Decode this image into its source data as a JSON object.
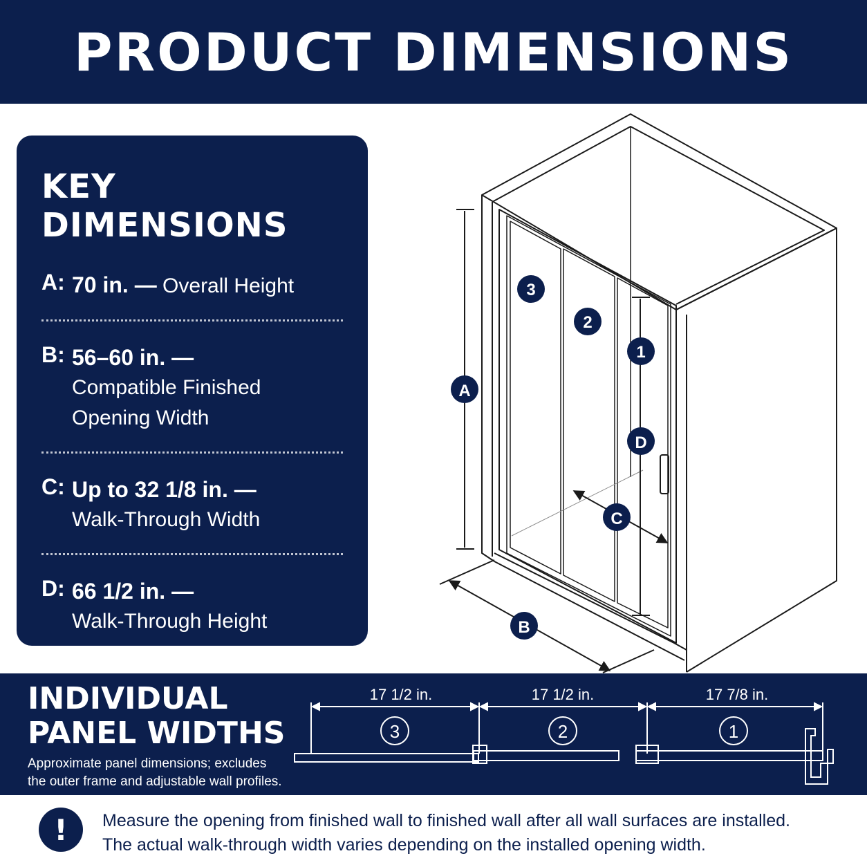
{
  "header": {
    "title": "PRODUCT DIMENSIONS"
  },
  "key_dimensions": {
    "title": "KEY DIMENSIONS",
    "items": [
      {
        "letter": "A:",
        "value": "70 in. —",
        "desc": [
          "Overall Height"
        ]
      },
      {
        "letter": "B:",
        "value": "56–60 in. —",
        "desc": [
          "Compatible Finished",
          "Opening Width"
        ]
      },
      {
        "letter": "C:",
        "value": "Up to 32 1/8 in. —",
        "desc": [
          "Walk-Through Width"
        ]
      },
      {
        "letter": "D:",
        "value": "66 1/2 in. —",
        "desc": [
          "Walk-Through Height"
        ]
      }
    ]
  },
  "diagram": {
    "callouts": {
      "A": "A",
      "B": "B",
      "C": "C",
      "D": "D"
    },
    "panel_numbers": {
      "p1": "1",
      "p2": "2",
      "p3": "3"
    }
  },
  "panels": {
    "title_line1": "INDIVIDUAL",
    "title_line2": "PANEL WIDTHS",
    "note_line1": "Approximate panel dimensions; excludes",
    "note_line2": "the outer frame and adjustable wall profiles.",
    "widths": [
      {
        "number": "3",
        "width": "17 1/2 in."
      },
      {
        "number": "2",
        "width": "17 1/2 in."
      },
      {
        "number": "1",
        "width": "17 7/8 in."
      }
    ]
  },
  "footer": {
    "icon": "exclamation-icon",
    "line1": "Measure the opening from finished wall to finished wall after all wall surfaces are installed.",
    "line2": "The actual walk-through width varies depending on the installed opening width."
  },
  "colors": {
    "navy": "#0c1f4d",
    "line": "#1a1a1a",
    "white": "#ffffff"
  }
}
